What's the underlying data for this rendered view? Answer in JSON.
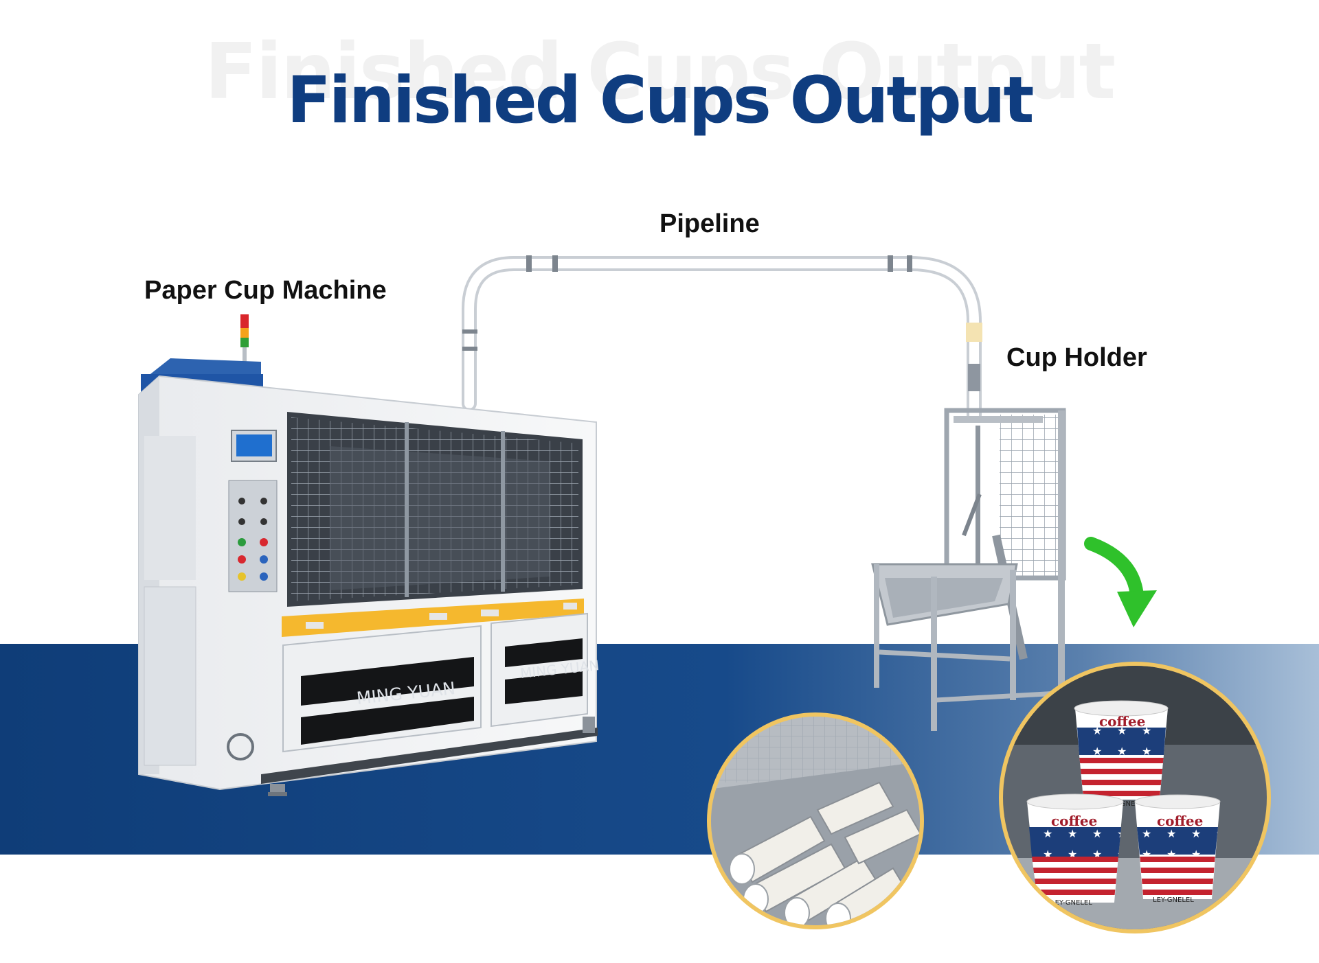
{
  "title": {
    "main": "Finished Cups Output",
    "shadow": "Finished Cups Output"
  },
  "labels": {
    "machine": "Paper Cup Machine",
    "pipeline": "Pipeline",
    "holder": "Cup Holder"
  },
  "machine": {
    "brand_panel_1": "MING YUAN",
    "brand_panel_2": "MING YUAN"
  },
  "cups": {
    "word": "coffee",
    "code": "LEY-GNELEL"
  },
  "colors": {
    "title": "#0f3d80",
    "band": "#174a8a",
    "arrow": "#2fc12b",
    "machine_stripe": "#f5b82e",
    "circle_border": "#f0c561"
  }
}
